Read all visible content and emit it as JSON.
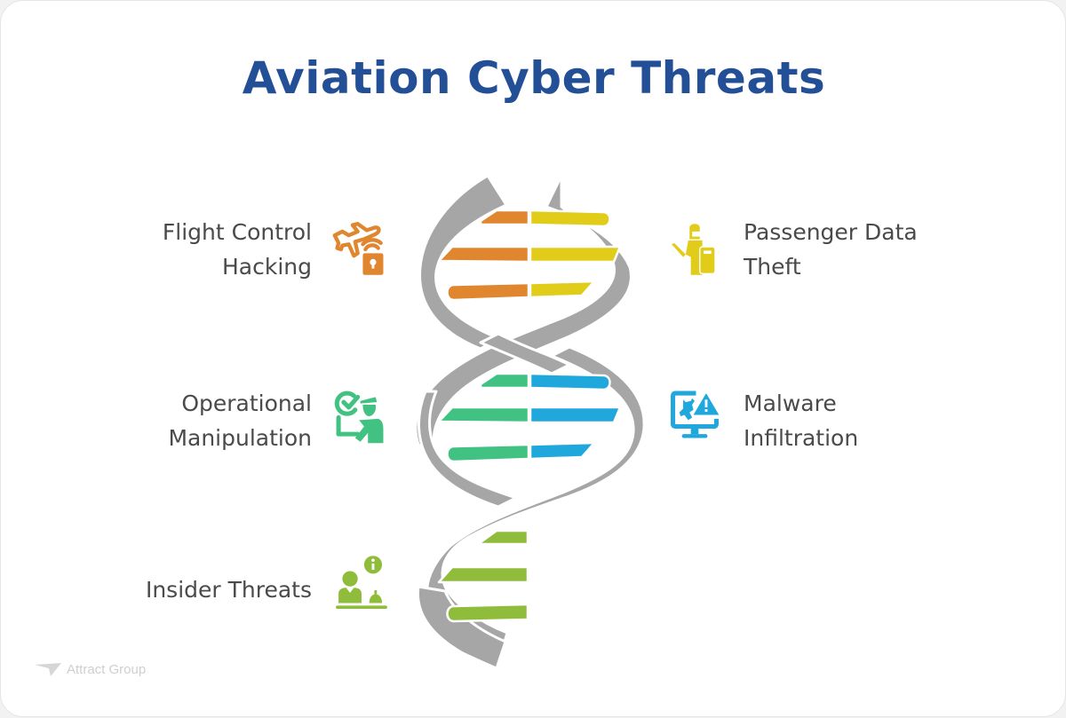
{
  "title": "Aviation Cyber Threats",
  "colors": {
    "title": "#234f97",
    "label_text": "#4a4a4a",
    "helix_strand": "#a6a6a6",
    "orange": "#e0862f",
    "yellow": "#e2cc1a",
    "green": "#41c283",
    "blue": "#20a8dc",
    "lime": "#8fbc3a"
  },
  "threats": [
    {
      "id": "flight-control",
      "label_lines": [
        "Flight Control",
        "Hacking"
      ],
      "side": "left",
      "color": "#e0862f",
      "icon": "plane-wifi-lock-icon"
    },
    {
      "id": "passenger-data",
      "label_lines": [
        "Passenger Data",
        "Theft"
      ],
      "side": "right",
      "color": "#e2cc1a",
      "icon": "riot-police-shield-icon"
    },
    {
      "id": "operational",
      "label_lines": [
        "Operational",
        "Manipulation"
      ],
      "side": "left",
      "color": "#41c283",
      "icon": "officer-checkmark-icon"
    },
    {
      "id": "malware",
      "label_lines": [
        "Malware",
        "Infiltration"
      ],
      "side": "right",
      "color": "#20a8dc",
      "icon": "monitor-bug-warning-icon"
    },
    {
      "id": "insider",
      "label_lines": [
        "Insider Threats"
      ],
      "side": "left",
      "color": "#8fbc3a",
      "icon": "person-info-desk-icon"
    }
  ],
  "brand": {
    "name": "Attract Group",
    "icon": "paper-plane-logo-icon"
  }
}
